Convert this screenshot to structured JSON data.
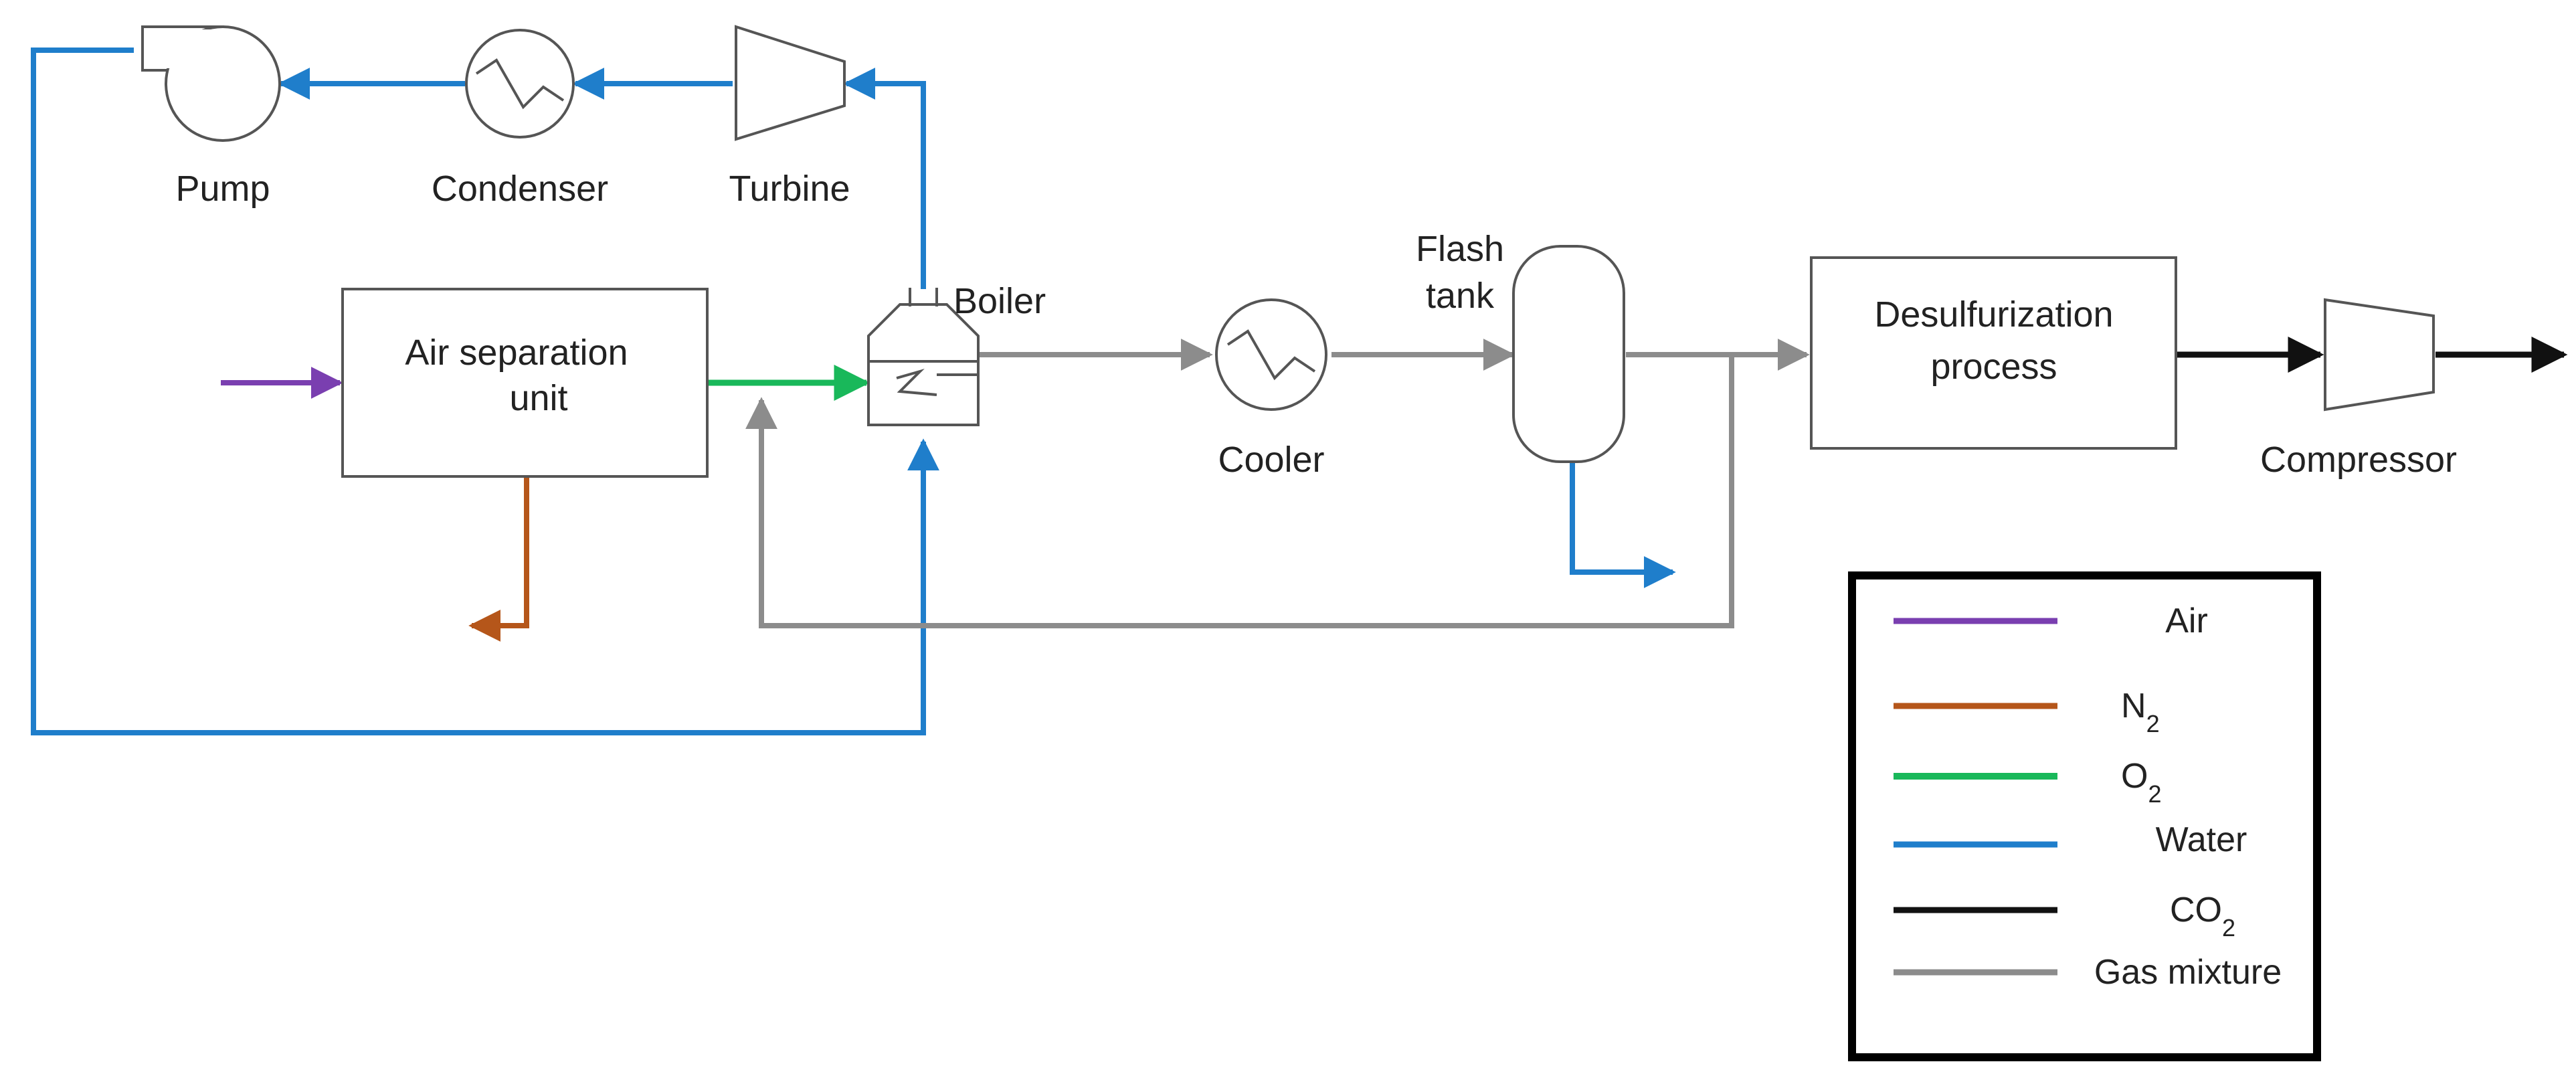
{
  "colors": {
    "air": "#7a3fb0",
    "n2": "#b5561a",
    "o2": "#19b85a",
    "water": "#1f7ecb",
    "co2": "#111111",
    "gas": "#8c8c8c",
    "equipment": "#555555"
  },
  "equipment": {
    "pump": "Pump",
    "condenser": "Condenser",
    "turbine": "Turbine",
    "air_separation_line1": "Air separation",
    "air_separation_line2": "unit",
    "boiler": "Boiler",
    "cooler": "Cooler",
    "flash_tank_line1": "Flash",
    "flash_tank_line2": "tank",
    "desulfurization_line1": "Desulfurization",
    "desulfurization_line2": "process",
    "compressor": "Compressor"
  },
  "legend": {
    "items": [
      {
        "label": "Air",
        "sub": "",
        "color_key": "air"
      },
      {
        "label": "N",
        "sub": "2",
        "color_key": "n2"
      },
      {
        "label": "O",
        "sub": "2",
        "color_key": "o2"
      },
      {
        "label": "Water",
        "sub": "",
        "color_key": "water"
      },
      {
        "label": "CO",
        "sub": "2",
        "color_key": "co2"
      },
      {
        "label": "Gas mixture",
        "sub": "",
        "color_key": "gas"
      }
    ]
  }
}
